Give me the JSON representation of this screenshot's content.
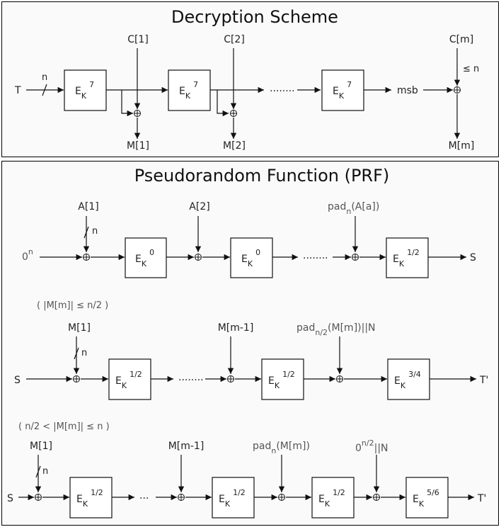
{
  "decryption": {
    "title": "Decryption Scheme",
    "input": "T",
    "input_width": "n",
    "cipher_inputs": [
      "C[1]",
      "C[2]",
      "C[m]"
    ],
    "outputs": [
      "M[1]",
      "M[2]",
      "M[m]"
    ],
    "block": {
      "E": "E",
      "K": "K",
      "sup": "7"
    },
    "msb": "msb",
    "le_n": "≤ n",
    "dots": "........"
  },
  "prf": {
    "title": "Pseudorandom Function (PRF)",
    "row1": {
      "input": "0",
      "input_sup": "n",
      "labels": [
        "A[1]",
        "A[2]"
      ],
      "pad": "pad",
      "pad_sub": "n",
      "pad_arg": "(A[a])",
      "n": "n",
      "blocks": [
        "0",
        "0",
        "1/2"
      ],
      "output": "S",
      "dots": "........"
    },
    "row2": {
      "condition": "( |M[m]| ≤ n/2 )",
      "input": "S",
      "labels": [
        "M[1]",
        "M[m-1]"
      ],
      "pad": "pad",
      "pad_sub": "n/2",
      "pad_arg": "(M[m])||N",
      "n": "n",
      "blocks": [
        "1/2",
        "1/2",
        "3/4"
      ],
      "output": "T'",
      "dots": "........"
    },
    "row3": {
      "condition": "( n/2 < |M[m]| ≤ n )",
      "input": "S",
      "labels": [
        "M[1]",
        "M[m-1]"
      ],
      "pad": "pad",
      "pad_sub": "n",
      "pad_arg": "(M[m])",
      "zero": "0",
      "zero_sup": "n/2",
      "zero_tail": "||N",
      "n": "n",
      "blocks": [
        "1/2",
        "1/2",
        "1/2",
        "5/6"
      ],
      "output": "T'",
      "dots": "..."
    }
  }
}
